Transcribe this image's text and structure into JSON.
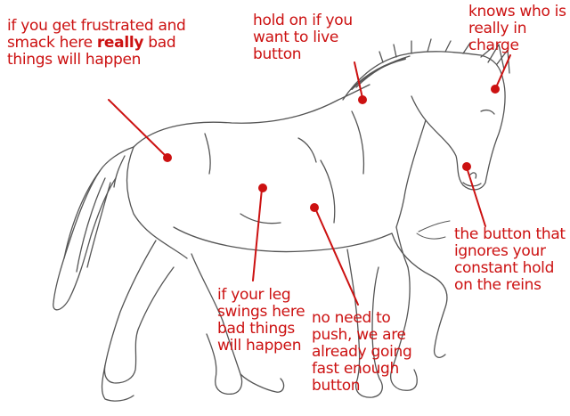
{
  "labels": {
    "smack_pre": "if you get frustrated and smack here ",
    "smack_bold": "really",
    "smack_post": " bad things will happen",
    "hold_on": "hold on if you want to live button",
    "in_charge": "knows who is really in charge",
    "reins": "the button that ignores your constant hold on the reins",
    "leg_swing": "if your leg swings here bad things will happen",
    "no_push": "no need to push, we are already going fast enough button"
  },
  "colors": {
    "annotation": "#cc1111",
    "line_art": "#555555"
  }
}
